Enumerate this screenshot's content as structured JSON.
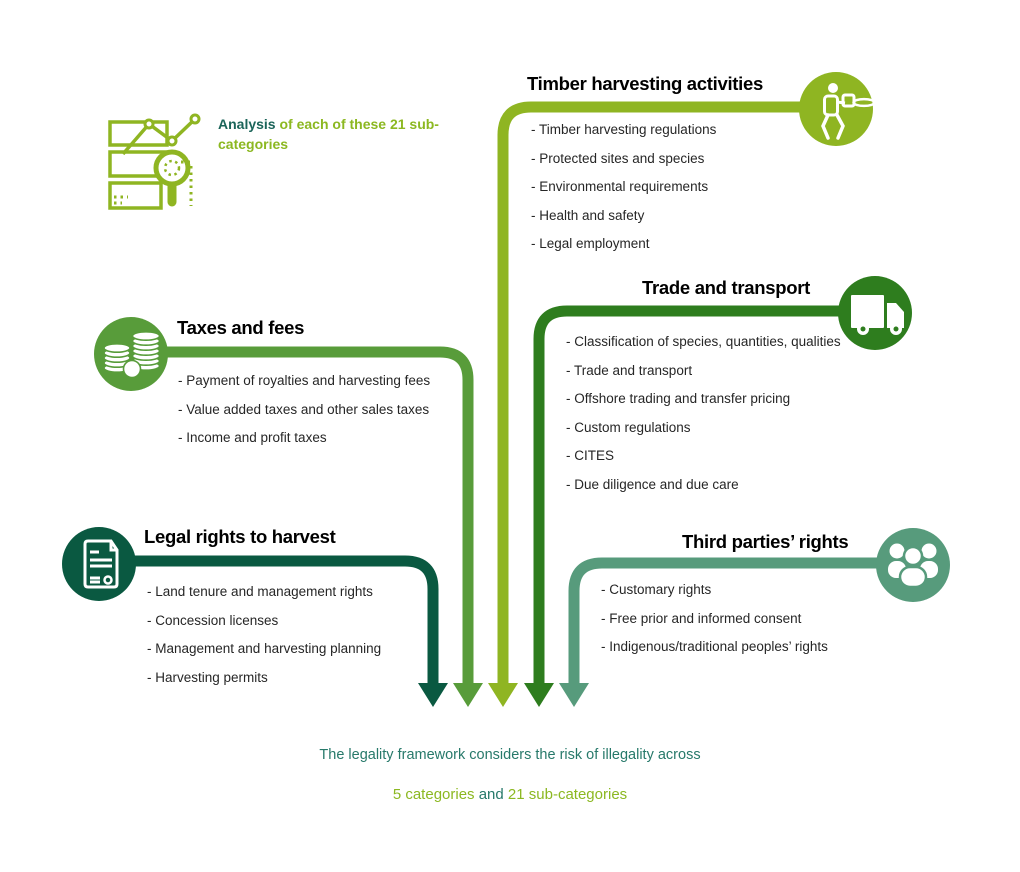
{
  "palette": {
    "yellow_green": "#8FB522",
    "medium_green": "#589C3A",
    "forest_green": "#2E7D1E",
    "dark_green": "#0A5941",
    "sea_green": "#579B7C",
    "teal_text": "#27796A",
    "teal_dark_text": "#1B6459",
    "yellow_green_text": "#8CB821",
    "heading_text": "#000000",
    "item_text": "#262626",
    "white": "#FFFFFF"
  },
  "analysis_note": {
    "icon": "chart-magnifier-icon",
    "highlight": "Analysis",
    "rest": " of each of these 21 sub-categories"
  },
  "categories": {
    "timber": {
      "title": "Timber harvesting activities",
      "icon": "chainsaw-operator-icon",
      "color": "#8FB522",
      "items": [
        "- Timber harvesting regulations",
        "- Protected sites and species",
        "- Environmental requirements",
        "- Health and safety",
        "- Legal employment"
      ]
    },
    "taxes": {
      "title": "Taxes and fees",
      "icon": "coins-icon",
      "color": "#589C3A",
      "items": [
        "- Payment of royalties and harvesting fees",
        "- Value added taxes and other sales taxes",
        "- Income and profit taxes"
      ]
    },
    "trade": {
      "title": "Trade and transport",
      "icon": "truck-icon",
      "color": "#2E7D1E",
      "items": [
        "- Classification of species, quantities, qualities",
        "- Trade and transport",
        "- Offshore trading and transfer pricing",
        "- Custom regulations",
        "- CITES",
        "- Due diligence and due care"
      ]
    },
    "legal": {
      "title": "Legal rights to harvest",
      "icon": "document-icon",
      "color": "#0A5941",
      "items": [
        "- Land tenure and management rights",
        "- Concession licenses",
        "- Management and harvesting planning",
        "- Harvesting permits"
      ]
    },
    "third": {
      "title": "Third parties’ rights",
      "icon": "people-group-icon",
      "color": "#579B7C",
      "items": [
        "- Customary rights",
        "- Free prior and informed consent",
        "- Indigenous/traditional peoples’ rights"
      ]
    }
  },
  "footer": {
    "line1": "The legality framework considers the risk of illegality across",
    "line2": {
      "part1_text": "5 categories",
      "part2_text": " and ",
      "part3_text": "21 sub-categories"
    }
  }
}
